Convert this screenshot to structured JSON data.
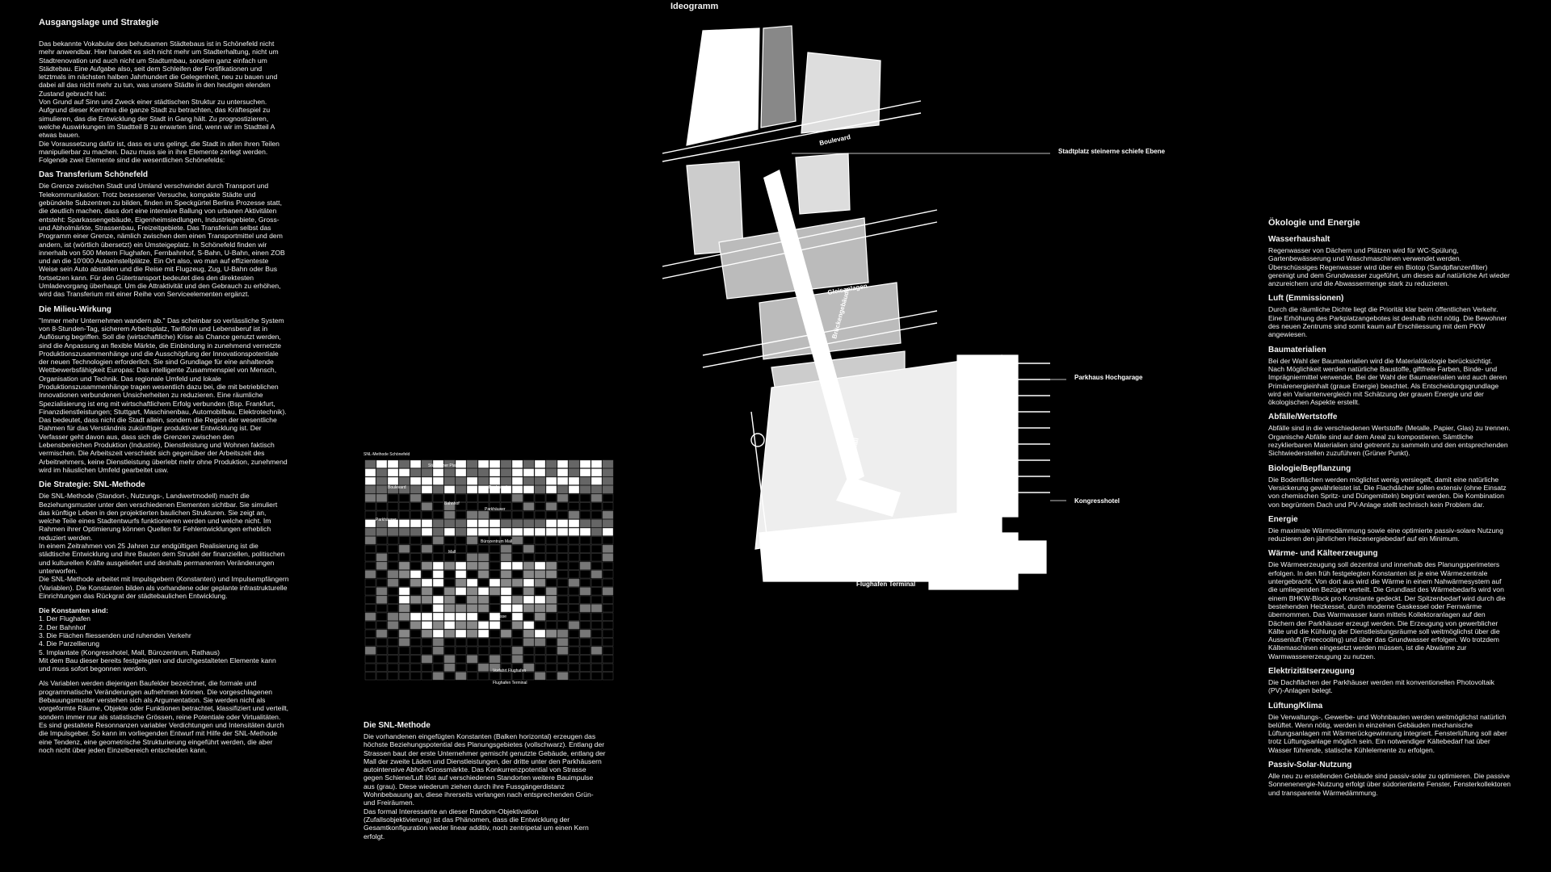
{
  "left": {
    "title": "Ausgangslage und Strategie",
    "intro": "Das bekannte Vokabular des behutsamen Städtebaus ist in Schönefeld nicht mehr anwendbar. Hier handelt es sich nicht mehr um Stadterhaltung, nicht um Stadtrenovation und auch nicht um Stadtumbau, sondern ganz einfach um Städtebau. Eine Aufgabe also, seit dem Schleifen der Fortifikationen und letztmals im nächsten halben Jahrhundert die Gelegenheit, neu zu bauen und dabei all das nicht mehr zu tun, was unsere Städte in den heutigen elenden Zustand gebracht hat:\nVon Grund auf Sinn und Zweck einer städtischen Struktur zu untersuchen.\nAufgrund dieser Kenntnis die ganze Stadt zu betrachten, das Kräftespiel zu simulieren, das die Entwicklung der Stadt in Gang hält. Zu prognostizieren, welche Auswirkungen im Stadtteil B zu erwarten sind, wenn wir im Stadtteil A etwas bauen.\nDie Voraussetzung dafür ist, dass es uns gelingt, die Stadt in allen ihren Teilen manipulierbar zu machen. Dazu muss sie in ihre Elemente zerlegt werden.\nFolgende zwei Elemente sind die wesentlichen Schönefelds:",
    "h_transferium": "Das Transferium Schönefeld",
    "p_transferium": "Die Grenze zwischen Stadt und Umland verschwindet durch Transport und Telekommunikation: Trotz besessener Versuche, kompakte Städte und gebündelte Subzentren zu bilden, finden im Speckgürtel Berlins Prozesse statt, die deutlich machen, dass dort eine intensive Ballung von urbanen Aktivitäten entsteht: Sparkassengebäude, Eigenheimsiedlungen, Industriegebiete, Gross- und Abholmärkte, Strassenbau, Freizeitgebiete. Das Transferium selbst das Programm einer Grenze, nämlich zwischen dem einen Transportmittel und dem andern, ist (wörtlich übersetzt) ein Umsteigeplatz. In Schönefeld finden wir innerhalb von 500 Metern Flughafen, Fernbahnhof, S-Bahn, U-Bahn, einen ZOB und an die 10'000 Autoeinstellplätze. Ein Ort also, wo man auf effizienteste Weise sein Auto abstellen und die Reise mit Flugzeug, Zug, U-Bahn oder Bus fortsetzen kann. Für den Gütertransport bedeutet dies den direktesten Umladevorgang überhaupt. Um die Attraktivität und den Gebrauch zu erhöhen, wird das Transferium mit einer Reihe von Serviceelementen ergänzt.",
    "h_milieu": "Die Milieu-Wirkung",
    "p_milieu": "\"Immer mehr Unternehmen wandern ab.\" Das scheinbar so verlässliche System von 8-Stunden-Tag, sicherem Arbeitsplatz, Tariflohn und Lebensberuf ist in Auflösung begriffen. Soll die (wirtschaftliche) Krise als Chance genutzt werden, sind die Anpassung an flexible Märkte, die Einbindung in zunehmend vernetzte Produktionszusammenhänge und die Ausschöpfung der Innovationspotentiale der neuen Technologien erforderlich. Sie sind Grundlage für eine anhaltende Wettbewerbsfähigkeit Europas: Das intelligente Zusammenspiel von Mensch, Organisation und Technik. Das regionale Umfeld und lokale Produktionszusammenhänge tragen wesentlich dazu bei, die mit betrieblichen Innovationen verbundenen Unsicherheiten zu reduzieren. Eine räumliche Spezialisierung ist eng mit wirtschaftlichem Erfolg verbunden (Bsp. Frankfurt, Finanzdienstleistungen; Stuttgart, Maschinenbau, Automobilbau, Elektrotechnik). Das bedeutet, dass nicht die Stadt allein, sondern die Region der wesentliche Rahmen für das Verständnis zukünftiger produktiver Entwicklung ist. Der Verfasser geht davon aus, dass sich die Grenzen zwischen den Lebensbereichen Produktion (Industrie), Dienstleistung und Wohnen faktisch vermischen. Die Arbeitszeit verschiebt sich gegenüber der Arbeitszeit des Arbeitnehmers, keine Dienstleistung überlebt mehr ohne Produktion, zunehmend wird im häuslichen Umfeld gearbeitet usw.",
    "h_strategie": "Die Strategie: SNL-Methode",
    "p_strategie": "Die SNL-Methode (Standort-, Nutzungs-, Landwertmodell) macht die Beziehungsmuster unter den verschiedenen Elementen sichtbar. Sie simuliert das künftige Leben in den projektierten baulichen Strukturen. Sie zeigt an, welche Teile eines Stadtentwurfs funktionieren werden und welche nicht. Im Rahmen ihrer Optimierung können Quellen für Fehlentwicklungen erheblich reduziert werden.\nIn einem Zeitrahmen von 25 Jahren zur endgültigen Realisierung ist die städtische Entwicklung und ihre Bauten dem Strudel der finanziellen, politischen und kulturellen Kräfte ausgeliefert und deshalb permanenten Veränderungen unterworfen.\nDie SNL-Methode arbeitet mit Impulsgebern (Konstanten) und Impulsempfängern (Variablen). Die Konstanten bilden als vorhandene oder geplante infrastrukturelle Einrichtungen das Rückgrat der städtebaulichen Entwicklung.",
    "const_title": "Die Konstanten sind:",
    "const_list": "1. Der Flughafen\n2. Der Bahnhof\n3. Die Flächen fliessenden und ruhenden Verkehr\n4. Die Parzellierung\n5. Implantate (Kongresshotel, Mall, Bürozentrum, Rathaus)\nMit dem Bau dieser bereits festgelegten und durchgestalteten Elemente kann und muss sofort begonnen werden.",
    "p_variablen": "Als Variablen werden diejenigen Baufelder bezeichnet, die formale und programmatische Veränderungen aufnehmen können. Die vorgeschlagenen Bebauungsmuster verstehen sich als Argumentation. Sie werden nicht als vorgeformte Räume, Objekte oder Funktionen betrachtet, klassifiziert und verteilt, sondern immer nur als statistische Grössen, reine Potentiale oder Virtualitäten. Es sind gestaltete Resonnanzen variabler Verdichtungen und Intensitäten durch die Impulsgeber. So kann im vorliegenden Entwurf mit Hilfe der SNL-Methode eine Tendenz, eine geometrische Strukturierung eingeführt werden, die aber noch nicht über jeden Einzelbereich entscheiden kann."
  },
  "mid": {
    "title": "Die SNL-Methode",
    "text": "Die vorhandenen eingefügten Konstanten (Balken horizontal) erzeugen das höchste Beziehungspotential des Planungsgebietes (vollschwarz). Entlang der Strassen baut der erste Unternehmer gemischt genutzte Gebäude, entlang der Mall der zweite Läden und Dienstleistungen, der dritte unter den Parkhäusern autointensive Abhol-/Grossmärkte. Das Konkurrenzpotential von Strasse gegen Schiene/Luft löst auf verschiedenen Standorten weitere Bauimpulse aus (grau). Diese wiederum ziehen durch ihre Fussgängerdistanz Wohnbebauung an, diese ihrerseits verlangen nach entsprechenden Grün- und Freiräumen.\nDas formal Interessante an dieser Random-Objektivation (Zufallsobjektivierung) ist das Phänomen, dass die Entwicklung der Gesamtkonfiguration weder linear additiv, noch zentripetal um einen Kern erfolgt."
  },
  "grid": {
    "title": "SNL-Methode Schönefeld",
    "labels": [
      "Städtischer Platz",
      "Boulevard",
      "Boulevard",
      "Bahnhof",
      "Parkhäuser",
      "Parkhäuser",
      "Bürozentrum Mall",
      "Mall",
      "Strasse",
      "Vorfahrt Flughafen",
      "Flughafen Terminal"
    ]
  },
  "plan": {
    "title": "Ideogramm",
    "labels": {
      "boulevard": "Boulevard",
      "gleis": "Gleisanlagen",
      "bruecke": "Brückengebäude",
      "flughafen": "Flughafen Terminal",
      "mall": "Mall",
      "stadtplatz": "Stadtplatz steinerne schiefe Ebene",
      "parkhaus": "Parkhaus Hochgarage",
      "kongress": "Kongresshotel"
    }
  },
  "right": {
    "title": "Ökologie und Energie",
    "sections": [
      {
        "h": "Wasserhaushalt",
        "p": "Regenwasser von Dächern und Plätzen wird für WC-Spülung, Gartenbewässerung und Waschmaschinen verwendet werden. Überschüssiges Regenwasser wird über ein Biotop (Sandpflanzenfilter) gereinigt und dem Grundwasser zugeführt, um dieses auf natürliche Art wieder anzureichern und die Abwassermenge stark zu reduzieren."
      },
      {
        "h": "Luft (Emmissionen)",
        "p": "Durch die räumliche Dichte liegt die Priorität klar beim öffentlichen Verkehr. Eine Erhöhung des Parkplatzangebotes ist deshalb nicht nötig. Die Bewohner des neuen Zentrums sind somit kaum auf Erschliessung mit dem PKW angewiesen."
      },
      {
        "h": "Baumaterialien",
        "p": "Bei der Wahl der Baumaterialien wird die Materialökologie berücksichtigt. Nach Möglichkeit werden natürliche Baustoffe, giftfreie Farben, Binde- und Imprägniermittel verwendet. Bei der Wahl der Baumaterialien wird auch deren Primärenergieinhalt (graue Energie) beachtet. Als Entscheidungsgrundlage wird ein Variantenvergleich mit Schätzung der grauen Energie und der ökologischen Aspekte erstellt."
      },
      {
        "h": "Abfälle/Wertstoffe",
        "p": "Abfälle sind in die verschiedenen Wertstoffe (Metalle, Papier, Glas) zu trennen. Organische Abfälle sind auf dem Areal zu kompostieren. Sämtliche rezyklierbaren Materialien sind getrennt zu sammeln und den entsprechenden Sichtwiederstellen zuzuführen (Grüner Punkt)."
      },
      {
        "h": "Biologie/Bepflanzung",
        "p": "Die Bodenflächen werden möglichst wenig versiegelt, damit eine natürliche Versickerung gewährleistet ist. Die Flachdächer sollen extensiv (ohne Einsatz von chemischen Spritz- und Düngemitteln) begrünt werden. Die Kombination von begrüntem Dach und PV-Anlage stellt technisch kein Problem dar."
      },
      {
        "h": "Energie",
        "p": "Die maximale Wärmedämmung sowie eine optimierte passiv-solare Nutzung reduzieren den jährlichen Heizenergiebedarf auf ein Minimum."
      },
      {
        "h": "Wärme- und Kälteerzeugung",
        "p": "Die Wärmeerzeugung soll dezentral und innerhalb des Planungsperimeters erfolgen. In den früh festgelegten Konstanten ist je eine Wärmezentrale untergebracht. Von dort aus wird die Wärme in einem Nahwärmesystem auf die umliegenden Bezüger verteilt. Die Grundlast des Wärmebedarfs wird von einem BHKW-Block pro Konstante gedeckt. Der Spitzenbedarf wird durch die bestehenden Heizkessel, durch moderne Gaskessel oder Fernwärme übernommen. Das Warmwasser kann mittels Kollektoranlagen auf den Dächern der Parkhäuser erzeugt werden. Die Erzeugung von gewerblicher Kälte und die Kühlung der Dienstleistungsräume soll weitmöglichst über die Aussenluft (Freecooling) und über das Grundwasser erfolgen. Wo trotzdem Kältemaschinen eingesetzt werden müssen, ist die Abwärme zur Warmwassererzeugung zu nutzen."
      },
      {
        "h": "Elektrizitätserzeugung",
        "p": "Die Dachflächen der Parkhäuser werden mit konventionellen Photovoltaik (PV)-Anlagen belegt."
      },
      {
        "h": "Lüftung/Klima",
        "p": "Die Verwaltungs-, Gewerbe- und Wohnbauten werden weitmöglichst natürlich belüftet. Wenn nötig, werden in einzelnen Gebäuden mechanische Lüftungsanlagen mit Wärmerückgewinnung integriert. Fensterlüftung soll aber trotz Lüftungsanlage möglich sein. Ein notwendiger Kältebedarf hat über Wasser führende, statische Kühlelemente zu erfolgen."
      },
      {
        "h": "Passiv-Solar-Nutzung",
        "p": "Alle neu zu erstellenden Gebäude sind passiv-solar zu optimieren. Die passive Sonnenenergie-Nutzung erfolgt über südorientierte Fenster, Fensterkollektoren und transparente Wärmedämmung."
      }
    ]
  }
}
